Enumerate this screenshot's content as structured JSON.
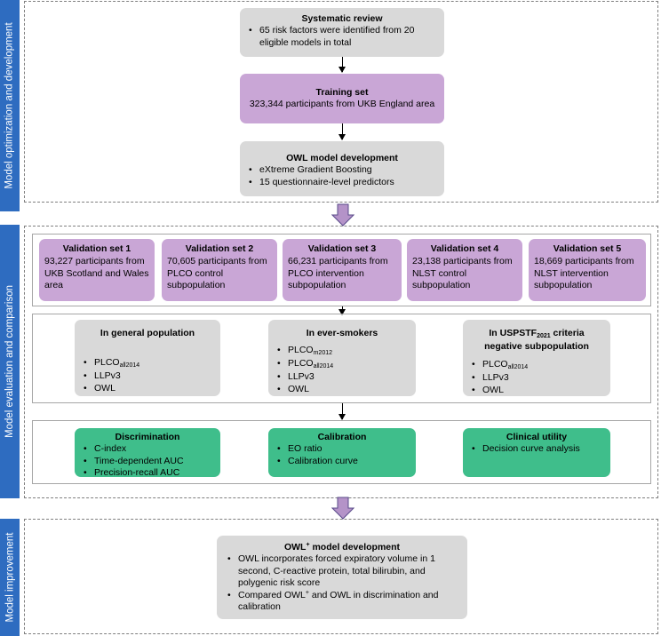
{
  "sections": {
    "s1_label": "Model optimization and development",
    "s2_label": "Model evaluation and comparison",
    "s3_label": "Model improvement"
  },
  "systematic_review": {
    "title": "Systematic review",
    "bullets": [
      "65 risk factors were identified from 20 eligible models in total"
    ]
  },
  "training_set": {
    "title": "Training set",
    "text": "323,344 participants from UKB England area"
  },
  "owl_dev": {
    "title": "OWL model development",
    "bullets": [
      "eXtreme Gradient Boosting",
      "15 questionnaire-level  predictors"
    ]
  },
  "validation_sets": [
    {
      "title": "Validation set 1",
      "text": "93,227 participants from UKB Scotland and Wales area"
    },
    {
      "title": "Validation set 2",
      "text": "70,605 participants from PLCO control subpopulation"
    },
    {
      "title": "Validation set 3",
      "text": "66,231 participants from PLCO intervention subpopulation"
    },
    {
      "title": "Validation set 4",
      "text": "23,138 participants from NLST control subpopulation"
    },
    {
      "title": "Validation set 5",
      "text": "18,669 participants from NLST intervention subpopulation"
    }
  ],
  "populations": {
    "general": {
      "title": "In general population",
      "llp": "LLPv3",
      "owl": "OWL",
      "plco_base": "PLCO",
      "plco_sub": "all2014"
    },
    "ever": {
      "title": "In ever-smokers",
      "m2012_base": "PLCO",
      "m2012_sub": "m2012",
      "plco_base": "PLCO",
      "plco_sub": "all2014",
      "llp": "LLPv3",
      "owl": "OWL"
    },
    "uspstf": {
      "title_pre": "In USPSTF",
      "title_sub": "2021",
      "title_post": " criteria",
      "title_line2": "negative subpopulation",
      "plco_base": "PLCO",
      "plco_sub": "all2014",
      "llp": "LLPv3",
      "owl": "OWL"
    }
  },
  "metrics": {
    "discrimination": {
      "title": "Discrimination",
      "bullets": [
        "C-index",
        "Time-dependent AUC",
        "Precision-recall AUC"
      ]
    },
    "calibration": {
      "title": "Calibration",
      "bullets": [
        "EO ratio",
        "Calibration curve"
      ]
    },
    "clinical": {
      "title": "Clinical utility",
      "bullets": [
        "Decision curve analysis"
      ]
    }
  },
  "owl_plus": {
    "title_base": "OWL",
    "title_sup": "+",
    "title_rest": " model development",
    "bullet1": "OWL incorporates forced expiratory volume in 1 second, C-reactive protein, total bilirubin, and polygenic risk score",
    "bullet2_pre": "Compared OWL",
    "bullet2_sup": "+",
    "bullet2_post": " and OWL in discrimination and calibration"
  },
  "colors": {
    "side_bar": "#2e6cc0",
    "gray_box": "#d9d9d9",
    "purple_box": "#c9a6d6",
    "green_box": "#3fbe8b",
    "fat_arrow": "#b493c8"
  }
}
